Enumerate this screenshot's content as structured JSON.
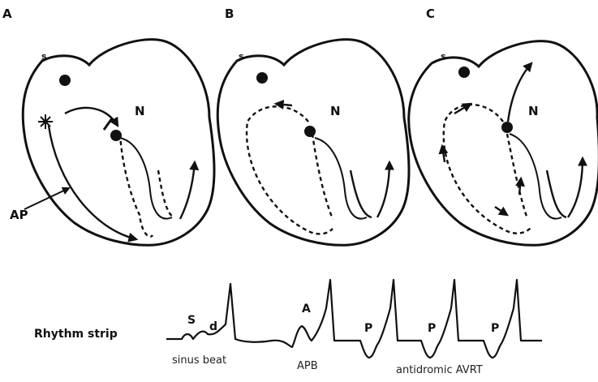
{
  "panels": [
    {
      "label": "A",
      "sinus_label": "s",
      "node_label": "N"
    },
    {
      "label": "B",
      "sinus_label": "s",
      "node_label": "N"
    },
    {
      "label": "C",
      "sinus_label": "s",
      "node_label": "N"
    }
  ],
  "accessory_pathway_label": "AP",
  "rhythm_strip": {
    "title": "Rhythm strip",
    "wave_labels": [
      "S",
      "d",
      "A",
      "P",
      "P",
      "P"
    ],
    "captions": [
      "sinus beat",
      "APB",
      "antidromic AVRT"
    ]
  },
  "colors": {
    "ink": "#111111",
    "background": "#ffffff"
  }
}
